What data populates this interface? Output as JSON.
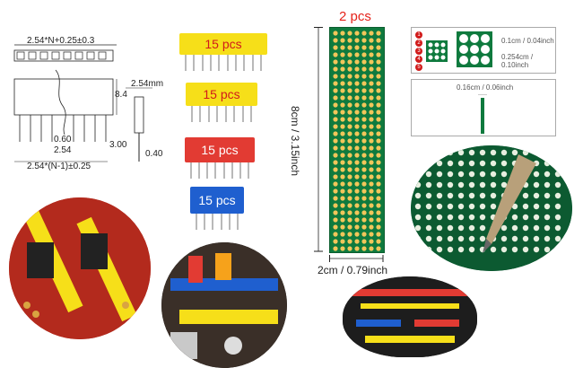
{
  "header_drawing": {
    "top_formula": "2.54*N+0.25±0.3",
    "height": "8.4",
    "pitch_side": "2.54mm",
    "dim_060": "0.60",
    "dim_254": "2.54",
    "dim_300": "3.00",
    "dim_040": "0.40",
    "bottom_formula": "2.54*(N-1)±0.25"
  },
  "headers": [
    {
      "label": "15 pcs",
      "color": "#f6df19",
      "text_color": "#d11b1b"
    },
    {
      "label": "15 pcs",
      "color": "#f6df19",
      "text_color": "#d11b1b"
    },
    {
      "label": "15 pcs",
      "color": "#e23b33",
      "text_color": "#ffffff"
    },
    {
      "label": "15 pcs",
      "color": "#1f5fcf",
      "text_color": "#ffffff"
    }
  ],
  "pcb": {
    "quantity": "2 pcs",
    "height_label": "8cm / 3.15inch",
    "width_label": "2cm / 0.79inch"
  },
  "specs": {
    "pad_size": "0.1cm / 0.04inch",
    "pitch": "0.254cm / 0.10inch",
    "thickness": "0.16cm / 0.06inch",
    "numbers": [
      "1",
      "2",
      "3",
      "4",
      "5"
    ]
  },
  "colors": {
    "quantity_red": "#e5231b",
    "pcb_green": "#0f7a3e",
    "pad_gold": "#f2c65a"
  }
}
